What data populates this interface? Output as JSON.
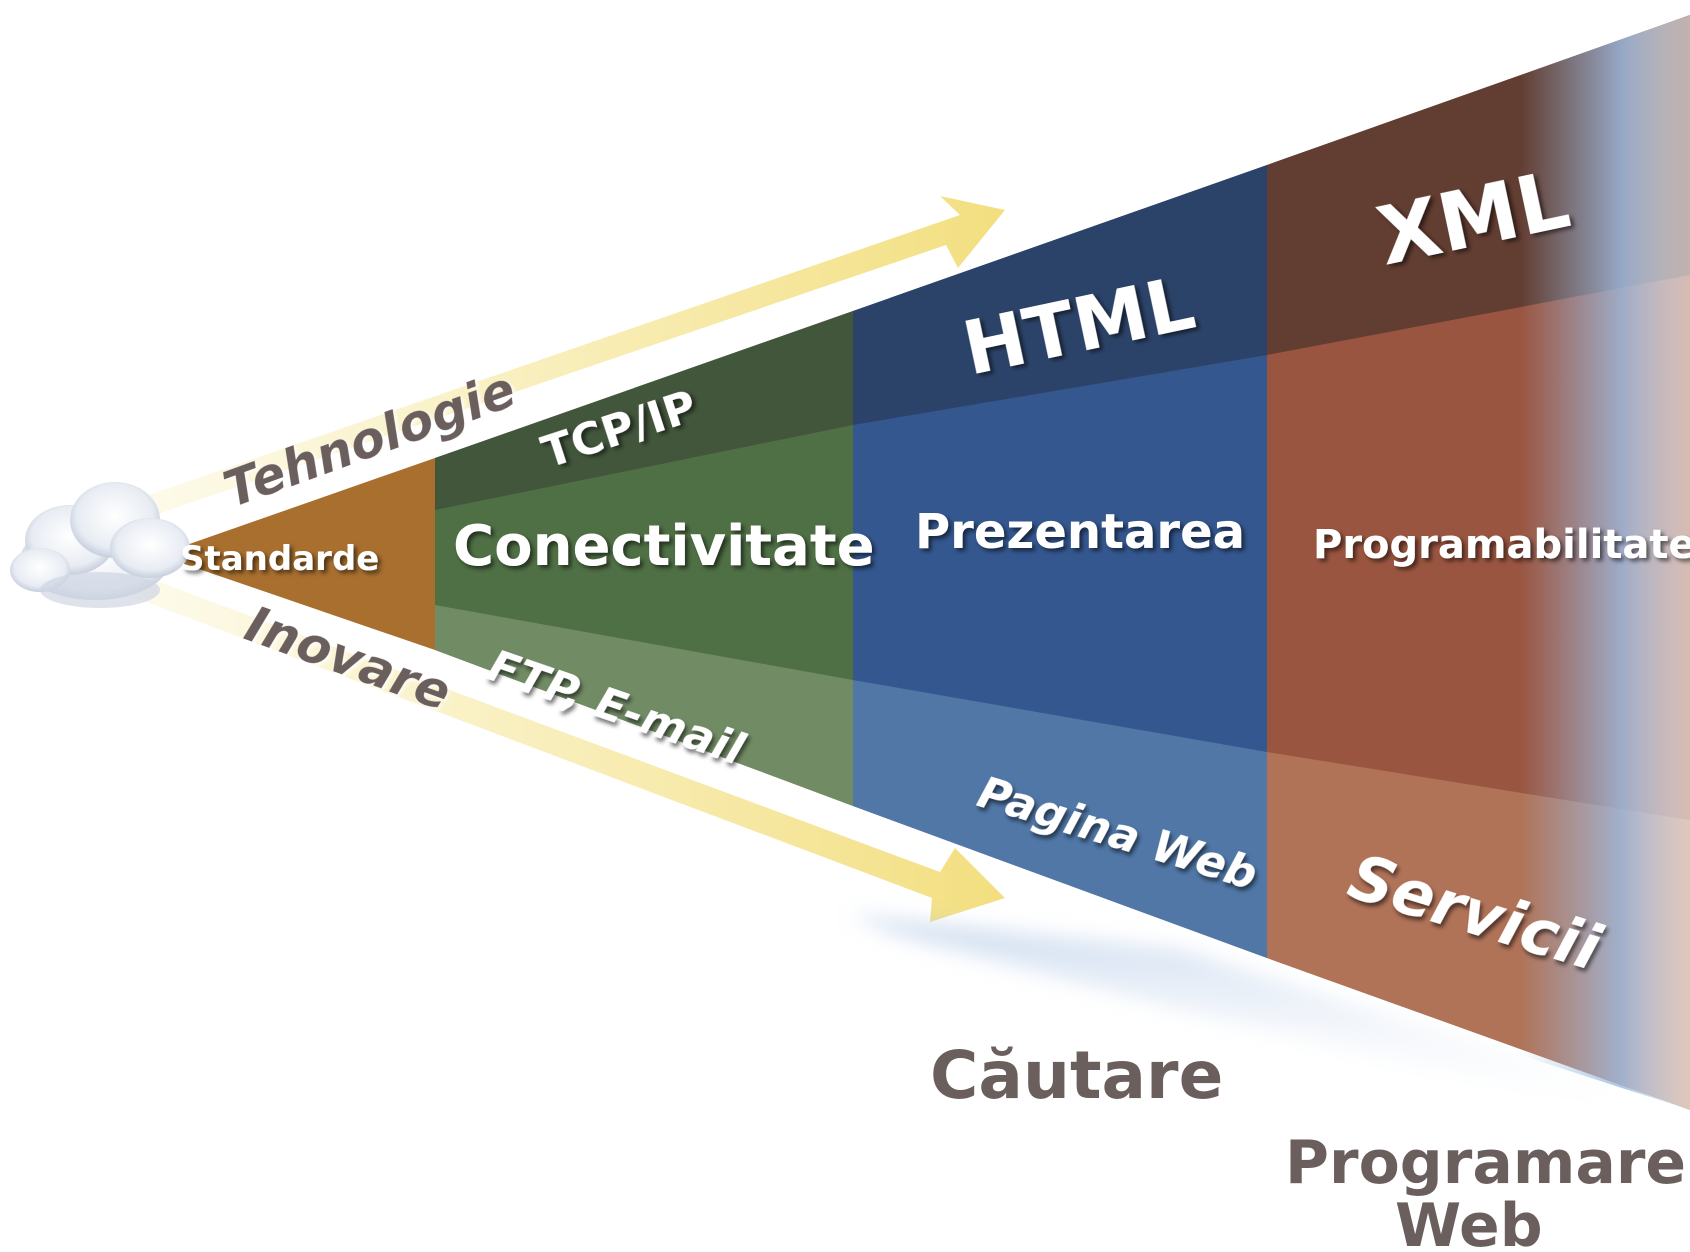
{
  "left_arrows": {
    "top": {
      "label": "Tehnologie"
    },
    "bottom": {
      "label": "Inovare"
    }
  },
  "segments": [
    {
      "main": "Standarde",
      "top": "",
      "bottom": "",
      "color": "#a86f2f"
    },
    {
      "main": "Conectivitate",
      "top": "TCP/IP",
      "bottom": "FTP, E-mail",
      "color": "#4f6f45"
    },
    {
      "main": "Prezentarea",
      "top": "HTML",
      "bottom": "Pagina Web",
      "color": "#34578f"
    },
    {
      "main": "Programabilitate",
      "top": "XML",
      "bottom": "Servicii",
      "color": "#9a5540"
    }
  ],
  "outcomes": [
    {
      "label": "Căutare"
    },
    {
      "label_line1": "Programare",
      "label_line2": "Web"
    }
  ],
  "colors": {
    "arrow_yellow": "#f4e38a",
    "label_gray": "#6a5f5d",
    "edge_blue": "#9fbbe0"
  },
  "icons": {
    "origin": "cloud-icon"
  }
}
